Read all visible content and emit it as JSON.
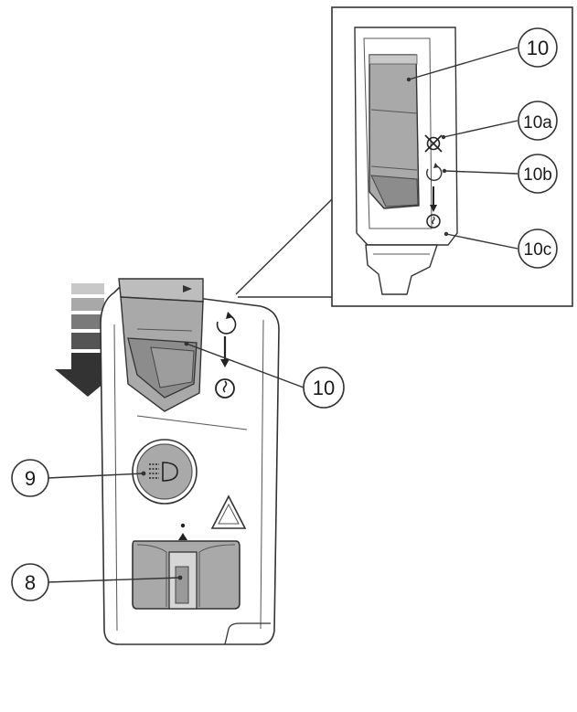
{
  "callouts": {
    "inset_switch": "10",
    "inset_off": "10a",
    "inset_run": "10b",
    "inset_start": "10c",
    "main_switch": "10",
    "light_button": "9",
    "dimmer_switch": "8"
  },
  "colors": {
    "line": "#333333",
    "switch_gray": "#a9a9a9",
    "switch_dark": "#8c8c8c",
    "arrow_dark": "#333333",
    "arrow_mid": "#6e6e6e",
    "arrow_light": "#b5b5b5"
  },
  "icons": {
    "off_symbol": "engine-stop-icon",
    "run_symbol": "run-circle-icon",
    "start_symbol": "starter-icon",
    "headlight_symbol": "headlight-icon",
    "hazard_symbol": "hazard-triangle-icon"
  }
}
